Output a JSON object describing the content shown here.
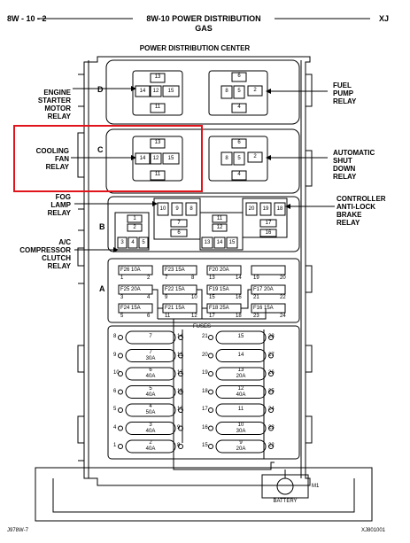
{
  "header": {
    "page_id": "8W - 10 - 2",
    "section_title": "8W-10 POWER DISTRIBUTION",
    "section_subtitle": "GAS",
    "model": "XJ"
  },
  "center_title": "POWER DISTRIBUTION CENTER",
  "block_labels": {
    "a": "A",
    "b": "B",
    "c": "C",
    "d": "D"
  },
  "relay_labels": {
    "engine_starter": [
      "ENGINE",
      "STARTER",
      "MOTOR",
      "RELAY"
    ],
    "cooling_fan": [
      "COOLING",
      "FAN",
      "RELAY"
    ],
    "fog_lamp": [
      "FOG",
      "LAMP",
      "RELAY"
    ],
    "ac_compressor": [
      "A/C",
      "COMPRESSOR",
      "CLUTCH",
      "RELAY"
    ],
    "fuel_pump": [
      "FUEL",
      "PUMP",
      "RELAY"
    ],
    "auto_shutdown": [
      "AUTOMATIC",
      "SHUT",
      "DOWN",
      "RELAY"
    ],
    "abs": [
      "CONTROLLER",
      "ANTI-LOCK",
      "BRAKE",
      "RELAY"
    ]
  },
  "relay_pins": {
    "d_left": [
      "13",
      "14",
      "12",
      "15",
      "11"
    ],
    "d_right": [
      "6",
      "8",
      "5",
      "2",
      "4"
    ],
    "c_left": [
      "13",
      "14",
      "12",
      "15",
      "11"
    ],
    "c_right": [
      "6",
      "8",
      "5",
      "2",
      "4"
    ]
  },
  "block_b": {
    "left_top": [
      "1",
      "2"
    ],
    "left_bottom": [
      "3",
      "4",
      "5"
    ],
    "center_top": [
      "10",
      "9",
      "8"
    ],
    "center_mid": [
      "7",
      "6"
    ],
    "center_low": [
      "11",
      "12"
    ],
    "center_bottom": [
      "13",
      "14",
      "15"
    ],
    "right_top": [
      "20",
      "19",
      "18"
    ],
    "right_mid": [
      "17",
      "16"
    ]
  },
  "block_a": {
    "left_rows": [
      {
        "fuse": "F26 10A",
        "pins": [
          "1",
          "2"
        ]
      },
      {
        "fuse": "F25 20A",
        "pins": [
          "3",
          "4"
        ]
      },
      {
        "fuse": "F24 15A",
        "pins": [
          "5",
          "6"
        ]
      }
    ],
    "mid_rows": [
      {
        "fuse": "F23 15A",
        "pins": [
          "7",
          "8"
        ]
      },
      {
        "fuse": "F22 15A",
        "pins": [
          "9",
          "10"
        ]
      },
      {
        "fuse": "F21 15A",
        "pins": [
          "11",
          "12"
        ]
      }
    ],
    "mid2_rows": [
      {
        "fuse": "F20 20A",
        "pins": [
          "13",
          "14"
        ]
      },
      {
        "fuse": "F19 15A",
        "pins": [
          "15",
          "16"
        ]
      },
      {
        "fuse": "F18 25A",
        "pins": [
          "17",
          "18"
        ]
      }
    ],
    "right_rows": [
      {
        "fuse": "",
        "pins": [
          "19",
          "20"
        ]
      },
      {
        "fuse": "F17 20A",
        "pins": [
          "21",
          "22"
        ]
      },
      {
        "fuse": "F16 15A",
        "pins": [
          "23",
          "24"
        ]
      }
    ]
  },
  "fuses_title": "FUSES",
  "fuses_left": [
    {
      "num": "7",
      "amp": "",
      "left": "8",
      "right": "14"
    },
    {
      "num": "7",
      "amp": "30A",
      "left": "9",
      "right": "13"
    },
    {
      "num": "6",
      "amp": "40A",
      "left": "10",
      "right": "12"
    },
    {
      "num": "5",
      "amp": "40A",
      "left": "6",
      "right": "11"
    },
    {
      "num": "4",
      "amp": "50A",
      "left": "5",
      "right": "10"
    },
    {
      "num": "3",
      "amp": "40A",
      "left": "4",
      "right": "9"
    },
    {
      "num": "2",
      "amp": "40A",
      "left": "1",
      "right": "8"
    }
  ],
  "fuses_right": [
    {
      "num": "15",
      "amp": "",
      "left": "21",
      "right": "28"
    },
    {
      "num": "14",
      "amp": "",
      "left": "20",
      "right": "27"
    },
    {
      "num": "13",
      "amp": "20A",
      "left": "19",
      "right": "26"
    },
    {
      "num": "12",
      "amp": "40A",
      "left": "18",
      "right": "25"
    },
    {
      "num": "11",
      "amp": "",
      "left": "17",
      "right": "24"
    },
    {
      "num": "10",
      "amp": "30A",
      "left": "16",
      "right": "23"
    },
    {
      "num": "9",
      "amp": "20A",
      "left": "15",
      "right": "22"
    }
  ],
  "battery": {
    "label": "BATTERY",
    "ref": "M1"
  },
  "footer": {
    "left": "J978W-7",
    "right": "XJ801001"
  },
  "highlight_color": "#e0151c"
}
